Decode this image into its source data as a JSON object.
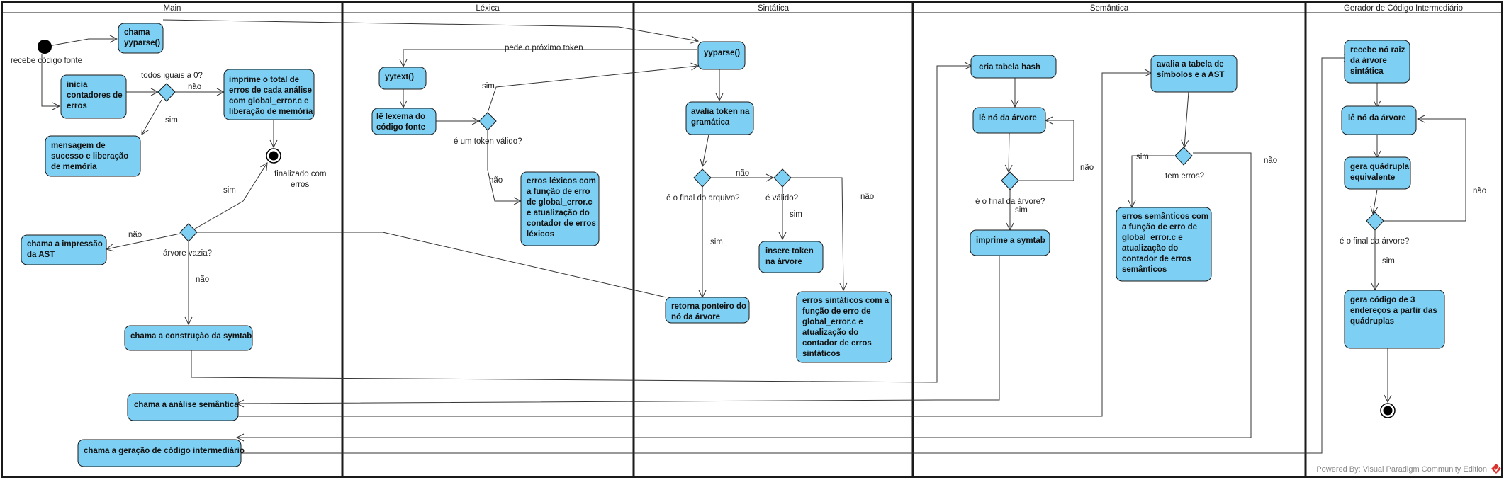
{
  "lanes": [
    {
      "id": "main",
      "title": "Main"
    },
    {
      "id": "lexica",
      "title": "Léxica"
    },
    {
      "id": "sintatica",
      "title": "Sintática"
    },
    {
      "id": "semantica",
      "title": "Semântica"
    },
    {
      "id": "gerador",
      "title": "Gerador de Código Intermediário"
    }
  ],
  "nodes": {
    "chama_yyparse": [
      "chama",
      "yyparse()"
    ],
    "inicia_contadores": [
      "inicia",
      "contadores de",
      "erros"
    ],
    "imprime_total": [
      "imprime o total de",
      "erros de cada análise",
      "com global_error.c e",
      "liberação de memória"
    ],
    "mensagem_sucesso": [
      "mensagem de",
      "sucesso e liberação",
      "de memória"
    ],
    "chama_impressao_ast": [
      "chama a impressão",
      "da AST"
    ],
    "chama_construcao_symtab": [
      "chama a construção da symtab"
    ],
    "chama_analise_semantica": [
      "chama a análise semântica"
    ],
    "chama_geracao_codigo": [
      "chama a geração de código intermediário"
    ],
    "yytext": [
      "yytext()"
    ],
    "le_lexema": [
      "lê lexema do",
      "código fonte"
    ],
    "erros_lexicos": [
      "erros léxicos com",
      "a função de erro",
      "de global_error.c",
      "e atualização do",
      "contador de erros",
      "léxicos"
    ],
    "yyparse": [
      "yyparse()"
    ],
    "avalia_token": [
      "avalia token na",
      "gramática"
    ],
    "insere_token": [
      "insere token",
      "na árvore"
    ],
    "retorna_ponteiro": [
      "retorna ponteiro do",
      "nó da árvore"
    ],
    "erros_sintaticos": [
      "erros sintáticos com a",
      "função de erro de",
      "global_error.c e",
      "atualização do",
      "contador de erros",
      "sintáticos"
    ],
    "cria_tabela_hash": [
      "cria tabela hash"
    ],
    "le_no_arvore_sem": [
      "lê nó da árvore"
    ],
    "imprime_symtab": [
      "imprime a symtab"
    ],
    "avalia_tabela": [
      "avalia a tabela de",
      "símbolos e a AST"
    ],
    "erros_semanticos": [
      "erros semânticos com",
      "a função de erro de",
      "global_error.c e",
      "atualização do",
      "contador de erros",
      "semânticos"
    ],
    "recebe_no_raiz": [
      "recebe nó raiz",
      "da árvore",
      "sintática"
    ],
    "le_no_arvore_ger": [
      "lê nó da árvore"
    ],
    "gera_quadrupla": [
      "gera quádrupla",
      "equivalente"
    ],
    "gera_codigo": [
      "gera código de 3",
      "endereços a partir das",
      "quádruplas"
    ]
  },
  "edge_labels": {
    "recebe_codigo_fonte": "recebe código fonte",
    "todos_iguais_0": "todos iguais a 0?",
    "nao_todos": "não",
    "sim_todos": "sim",
    "finalizado_com_erros": [
      "finalizado com",
      "erros"
    ],
    "sim_finalizado": "sim",
    "nao_ast": "não",
    "arvore_vazia": "árvore vazia?",
    "nao_arvore_vazia": "não",
    "pede_proximo_token": "pede o próximo token",
    "sim_token": "sim",
    "token_valido": "é um token válido?",
    "nao_token": "não",
    "final_arquivo": "é o final do arquivo?",
    "nao_final_arquivo": "não",
    "sim_final_arquivo": "sim",
    "e_valido": "é válido?",
    "sim_valido": "sim",
    "nao_valido": "não",
    "nao_loop_sem": "não",
    "final_arvore_sem": "é o final da árvore?",
    "sim_final_sem": "sim",
    "sim_erros": "sim",
    "tem_erros": "tem erros?",
    "nao_erros": "não",
    "nao_loop_ger": "não",
    "final_arvore_ger": "é o final da árvore?",
    "sim_final_ger": "sim"
  },
  "footer": "Powered By: Visual Paradigm Community Edition",
  "colors": {
    "node_fill": "#7dd0f3",
    "stroke": "#1a1a1a",
    "brand": "#d9322f"
  }
}
